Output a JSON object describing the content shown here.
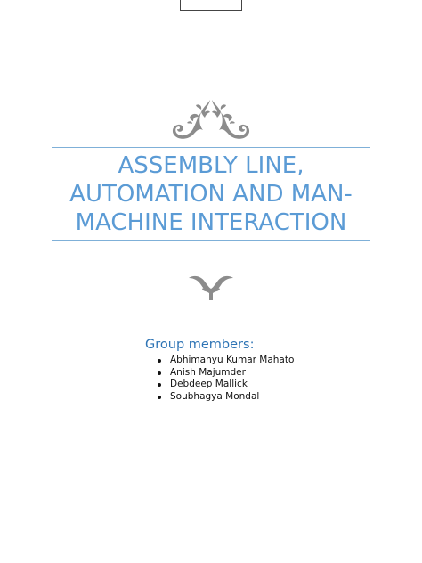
{
  "document": {
    "title_lines": [
      "ASSEMBLY LINE,",
      "AUTOMATION AND MAN-",
      "MACHINE INTERACTION"
    ],
    "members_heading": "Group members:",
    "members": [
      "Abhimanyu Kumar Mahato",
      "Anish Majumder",
      "Debdeep Mallick",
      "Soubhagya Mondal"
    ]
  },
  "colors": {
    "title": "#5b9bd5",
    "heading": "#2e74b5",
    "rule": "#7fb0d8",
    "ornament": "#8c8c8c"
  },
  "icons": {
    "top_ornament": "floral-scroll-icon",
    "bottom_ornament": "fleuron-icon"
  }
}
